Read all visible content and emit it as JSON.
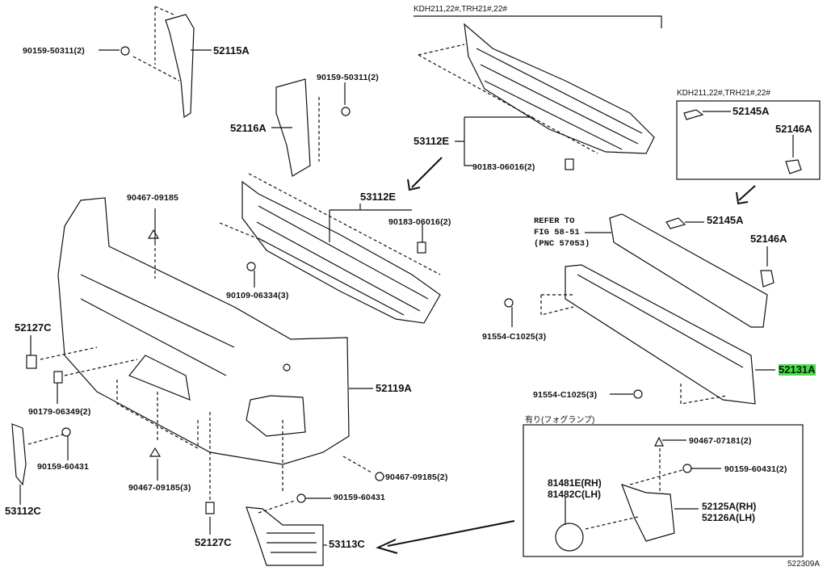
{
  "diagram_id": "522309A",
  "highlight_color": "#44e044",
  "conditions": {
    "top_grille": "KDH211,22#,TRH21#,22#",
    "brackets_box": "KDH211,22#,TRH21#,22#",
    "fog_box": "有り(フォグランプ)"
  },
  "refer": {
    "line1": "REFER TO",
    "line2": "FIG 58-51",
    "line3": "(PNC 57053)"
  },
  "parts": {
    "p_9015950311_a": "90159-50311(2)",
    "p_52115A": "52115A",
    "p_9015950311_b": "90159-50311(2)",
    "p_52116A": "52116A",
    "p_53112E_top": "53112E",
    "p_9018306016_top": "90183-06016(2)",
    "p_52145A_box": "52145A",
    "p_52146A_box": "52146A",
    "p_53112E": "53112E",
    "p_9018306016": "90183-06016(2)",
    "p_9046709185": "90467-09185",
    "p_52145A": "52145A",
    "p_52146A": "52146A",
    "p_9010906334": "90109-06334(3)",
    "p_91554C1025_a": "91554-C1025(3)",
    "p_52127C_a": "52127C",
    "p_52131A": "52131A",
    "p_9017906349": "90179-06349(2)",
    "p_52119A": "52119A",
    "p_91554C1025_b": "91554-C1025(3)",
    "p_9046707181": "90467-07181(2)",
    "p_9015960431_a": "90159-60431",
    "p_9015960431_b": "90159-60431(2)",
    "p_9046709185_3": "90467-09185(3)",
    "p_9046709185_2": "90467-09185(2)",
    "p_81481E": "81481E(RH)",
    "p_81482C": "81482C(LH)",
    "p_9015960431_c": "90159-60431",
    "p_52125A": "52125A(RH)",
    "p_52126A": "52126A(LH)",
    "p_53112C": "53112C",
    "p_52127C_b": "52127C",
    "p_53113C": "53113C"
  }
}
